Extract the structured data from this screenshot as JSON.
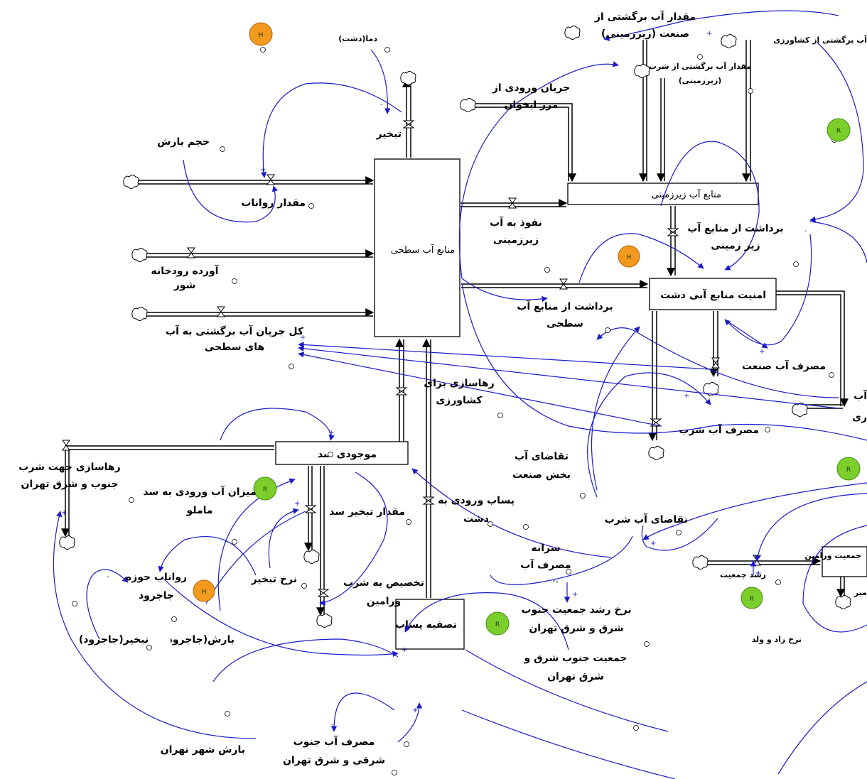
{
  "stocks": {
    "surface": "منابع آب سطحی",
    "ground": "منابع آب زیرزمینی",
    "plain_security": "امنیت منابع آبی دشت",
    "dam": "موجودی سد",
    "treatment": "تصفیه پساب",
    "varamin_pop": "جمعیت ورامین"
  },
  "labels": {
    "temp_plain": "دما(دشت)",
    "evap": "تبخیر",
    "rain_vol": "حجم بارش",
    "runoff": "مقدار رواناب",
    "shoor_river": "آورده رودخانه شور",
    "return_total": "کل جریان آب برگشتی به آب های سطحی",
    "border_inflow": "جریان ورودی از مرز ایخوان",
    "infiltration": "نفوذ به آب زیرزمینی",
    "surface_withdraw": "برداشت از منابع آب سطحی",
    "ground_withdraw": "برداشت از منابع آب زیر زمینی",
    "ind_return": "مقدار آب برگشتی از صنعت (زیرزمینی)",
    "drink_return": "مقدار آب برگشتی از شرب (زیرزمینی)",
    "agri_return": "آب برگشتی از کشاورزی",
    "ind_use": "مصرف آب صنعت",
    "drink_use": "مصرف آب شرب",
    "agri_release": "رهاسازی برای کشاورزی",
    "ind_demand": "تقاضای آب بخش صنعت",
    "drink_demand": "تقاضای آب شرب",
    "per_capita": "سرانه مصرف آب شرب",
    "wastewater_in": "پساب ورودی به دشت",
    "release_tehran": "رهاسازی جهت شرب جنوب و شرق تهران",
    "mamlu_inflow": "میزان آب ورودی به سد ماملو",
    "dam_evap": "مقدار تبخیر سد",
    "evap_rate": "نرخ تبخیر",
    "jajrood_runoff": "رواناب حوزه جاجرود",
    "jajrood_evap": "تبخیر(جاجرود)",
    "jajrood_rain": "بارش(جاجرود)",
    "drink_alloc": "تخصیص به شرب ورامین",
    "tehran_rain": "بارش شهر تهران",
    "tehran_use": "مصرف آب جنوب شرقی و شرق تهران",
    "tehran_growth": "نرخ رشد جمعیت جنوب شرق و شرق تهران",
    "tehran_pop": "جمعیت جنوب شرق و شرق تهران",
    "pop_growth": "رشد جمعیت",
    "birth_rate": "نرخ زاد و ولد",
    "mortality": "میر",
    "partial_ab": "آب",
    "partial_ri": "ری"
  },
  "badges": {
    "h": "H",
    "r": "R"
  },
  "polarity": {
    "plus": "+",
    "minus": "-"
  },
  "colors": {
    "link": "#1a1acc",
    "green": "#7ccf2a",
    "orange": "#f39a1e"
  }
}
